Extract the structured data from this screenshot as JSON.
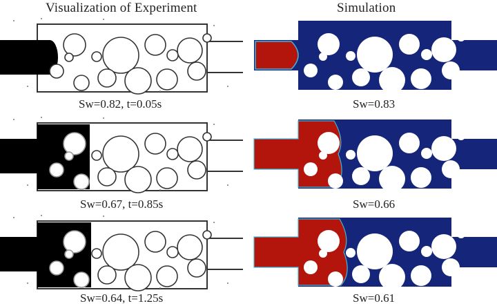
{
  "headers": {
    "experiment": "Visualization of Experiment",
    "simulation": "Simulation"
  },
  "rows": [
    {
      "experiment_caption": "Sw=0.82, t=0.05s",
      "simulation_caption": "Sw=0.83",
      "fill_stage": 1
    },
    {
      "experiment_caption": "Sw=0.67, t=0.85s",
      "simulation_caption": "Sw=0.66",
      "fill_stage": 2
    },
    {
      "experiment_caption": "Sw=0.64, t=1.25s",
      "simulation_caption": "Sw=0.61",
      "fill_stage": 3
    }
  ],
  "colors": {
    "experiment_fluid": "#000000",
    "experiment_outline": "#333333",
    "simulation_background": "#14257a",
    "simulation_injected": "#b3140c",
    "simulation_interface": "#3fb8d8",
    "grain": "#ffffff"
  }
}
